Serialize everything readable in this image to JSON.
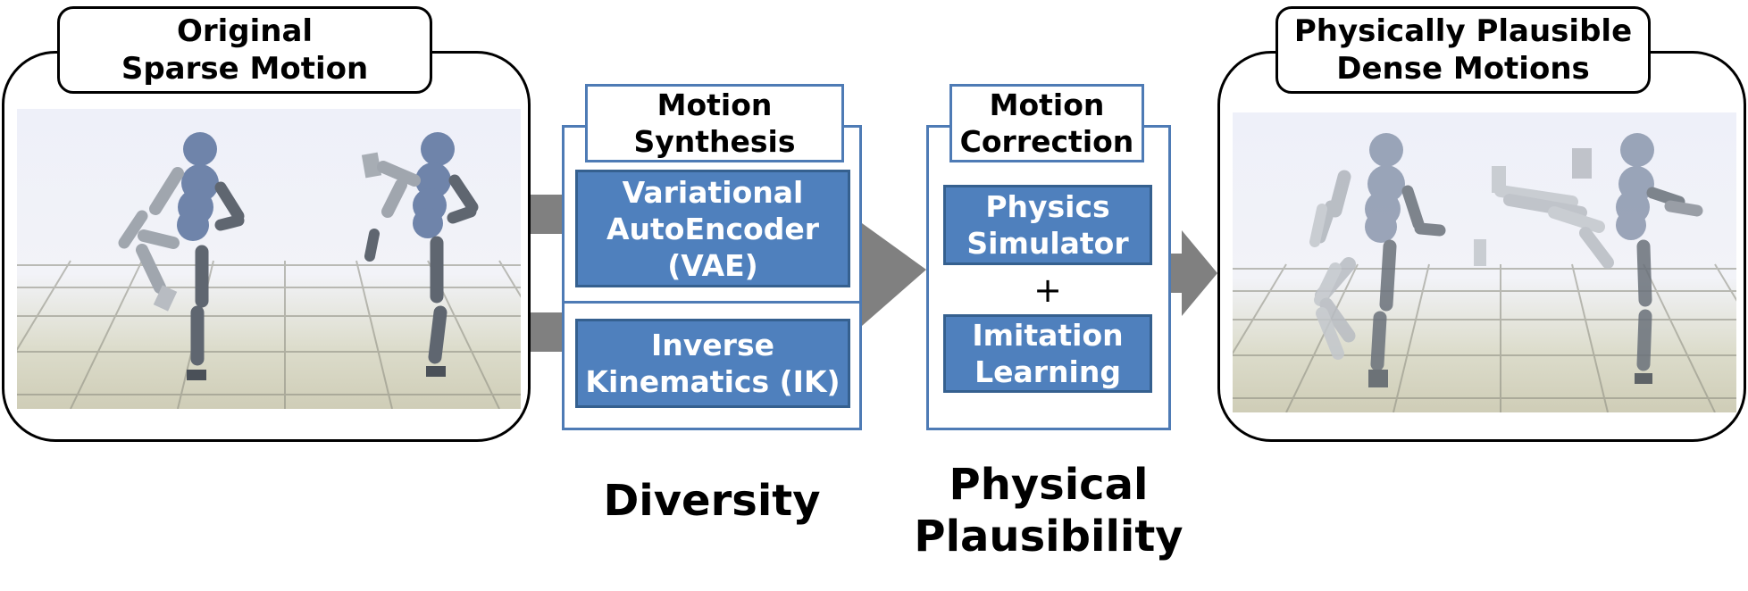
{
  "input_panel": {
    "title": "Original\nSparse Motion"
  },
  "output_panel": {
    "title": "Physically Plausible\nDense Motions"
  },
  "synthesis": {
    "title": "Motion\nSynthesis",
    "vae_label": "Variational\nAutoEncoder\n(VAE)",
    "ik_label": "Inverse\nKinematics (IK)",
    "caption": "Diversity"
  },
  "correction": {
    "title": "Motion\nCorrection",
    "simulator_label": "Physics\nSimulator",
    "plus": "+",
    "imitation_label": "Imitation\nLearning",
    "caption": "Physical\nPlausibility"
  },
  "colors": {
    "module_blue": "#4f80bd",
    "module_border": "#4e7bb5",
    "arrow_gray": "#808080",
    "character_joint": "#6f84aa",
    "character_limb": "#5f6670"
  }
}
